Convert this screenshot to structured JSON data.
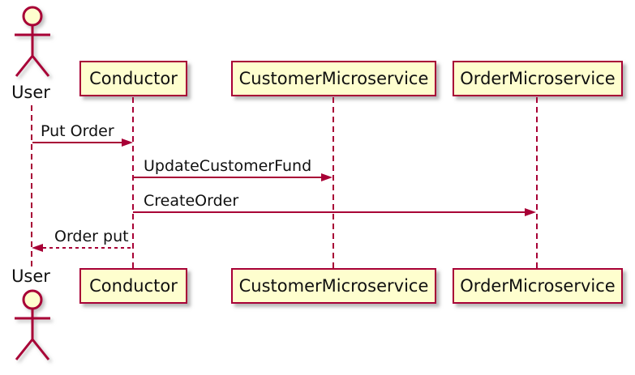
{
  "diagram_type": "plantuml-sequence",
  "colors": {
    "participant_fill": "#FEFECE",
    "stroke": "#A80036",
    "text": "#101010",
    "background": "#FFFFFF"
  },
  "actor": {
    "name": "User",
    "top_label": "User",
    "bottom_label": "User"
  },
  "participants": [
    {
      "name": "Conductor"
    },
    {
      "name": "CustomerMicroservice"
    },
    {
      "name": "OrderMicroservice"
    }
  ],
  "messages": [
    {
      "label": "Put Order",
      "from": "User",
      "to": "Conductor",
      "style": "solid"
    },
    {
      "label": "UpdateCustomerFund",
      "from": "Conductor",
      "to": "CustomerMicroservice",
      "style": "solid"
    },
    {
      "label": "CreateOrder",
      "from": "Conductor",
      "to": "OrderMicroservice",
      "style": "solid"
    },
    {
      "label": "Order put",
      "from": "Conductor",
      "to": "User",
      "style": "dashed"
    }
  ]
}
